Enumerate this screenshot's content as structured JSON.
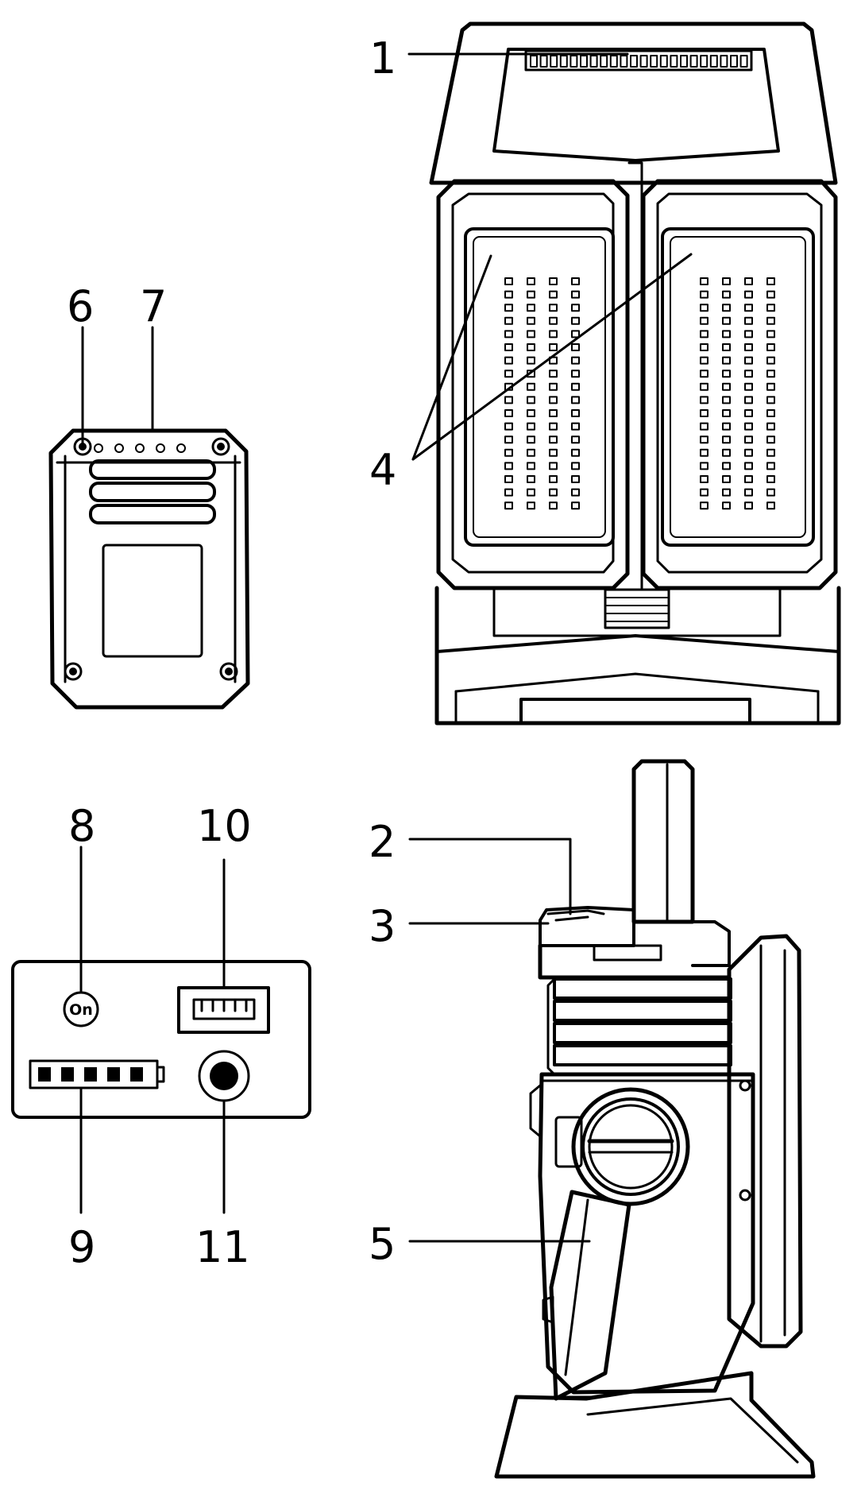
{
  "callouts": {
    "c1": "1",
    "c2": "2",
    "c3": "3",
    "c4": "4",
    "c5": "5",
    "c6": "6",
    "c7": "7",
    "c8": "8",
    "c9": "9",
    "c10": "10",
    "c11": "11"
  },
  "panel": {
    "power_button_label": "On",
    "battery_level_segments": 5
  },
  "icons": {
    "power": "power-button-icon",
    "battery": "battery-level-icon",
    "usb": "usb-port-icon",
    "dc_jack": "dc-jack-icon",
    "screw": "screw-icon"
  }
}
